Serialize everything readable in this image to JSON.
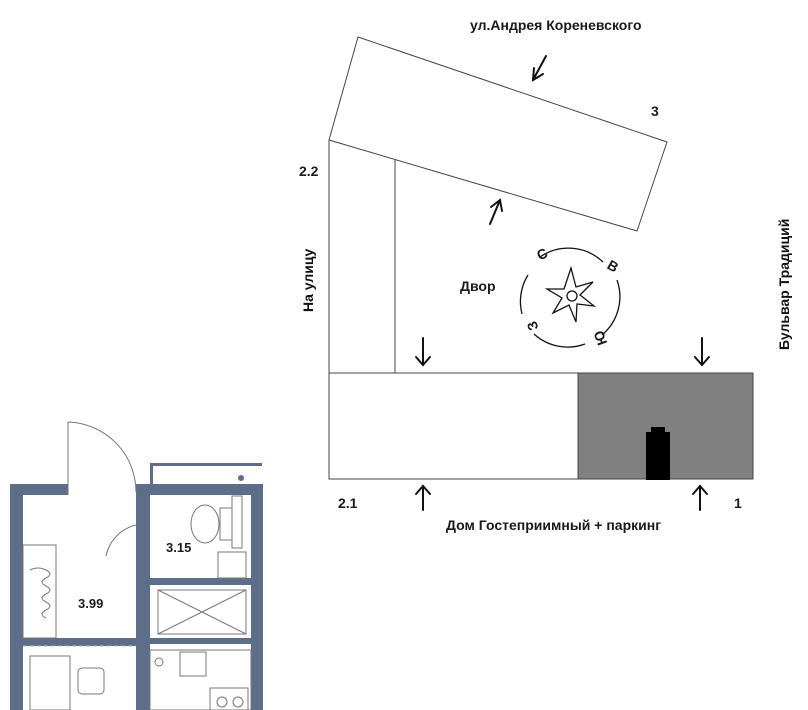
{
  "labels": {
    "street_top": "ул.Андрея Кореневского",
    "street_left": "На улицу",
    "street_right": "Бульвар Традиций",
    "bottom": "Дом Гостеприимный + паркинг",
    "yard": "Двор"
  },
  "sections": {
    "s3": "3",
    "s22": "2.2",
    "s21": "2.1",
    "s1": "1"
  },
  "compass": {
    "north": "С",
    "east": "В",
    "south": "Ю",
    "west": "З"
  },
  "rooms": {
    "bath": "3.15",
    "room": "3.99"
  },
  "colors": {
    "highlight_building": "#808080",
    "wall": "#5d6f88",
    "line": "#333333"
  }
}
